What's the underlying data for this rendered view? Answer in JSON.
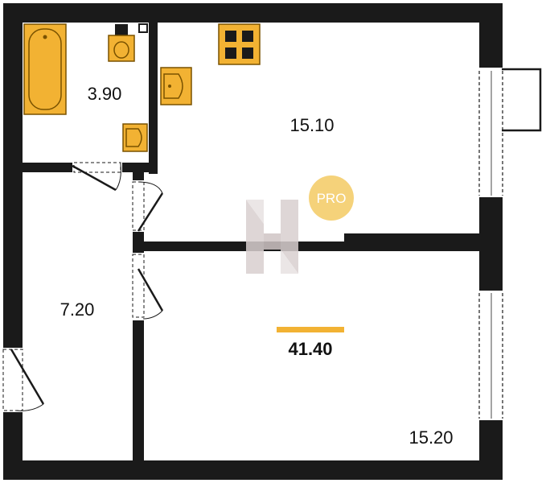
{
  "rooms": {
    "bathroom": {
      "area": "3.90"
    },
    "kitchen": {
      "area": "15.10"
    },
    "hallway": {
      "area": "7.20"
    },
    "living_room": {
      "area": "15.20"
    }
  },
  "total": {
    "area": "41.40"
  },
  "badge": {
    "text": "PRO"
  },
  "colors": {
    "wall": "#1a1a1a",
    "fixture_fill": "#f2b233",
    "fixture_stroke": "#7a5200",
    "accent_bar": "#f2b233",
    "badge": "#f5d27a",
    "logo": "#d9d0d0"
  }
}
